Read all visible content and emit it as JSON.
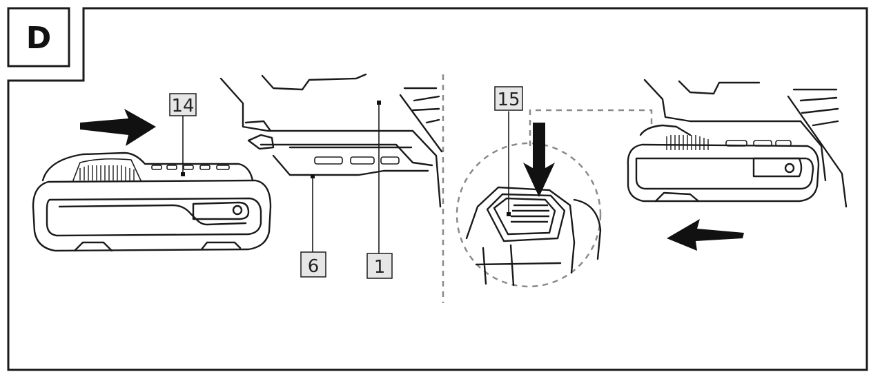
{
  "figure": {
    "panel_letter": "D",
    "callouts": {
      "c14": "14",
      "c6": "6",
      "c1": "1",
      "c15": "15"
    }
  }
}
